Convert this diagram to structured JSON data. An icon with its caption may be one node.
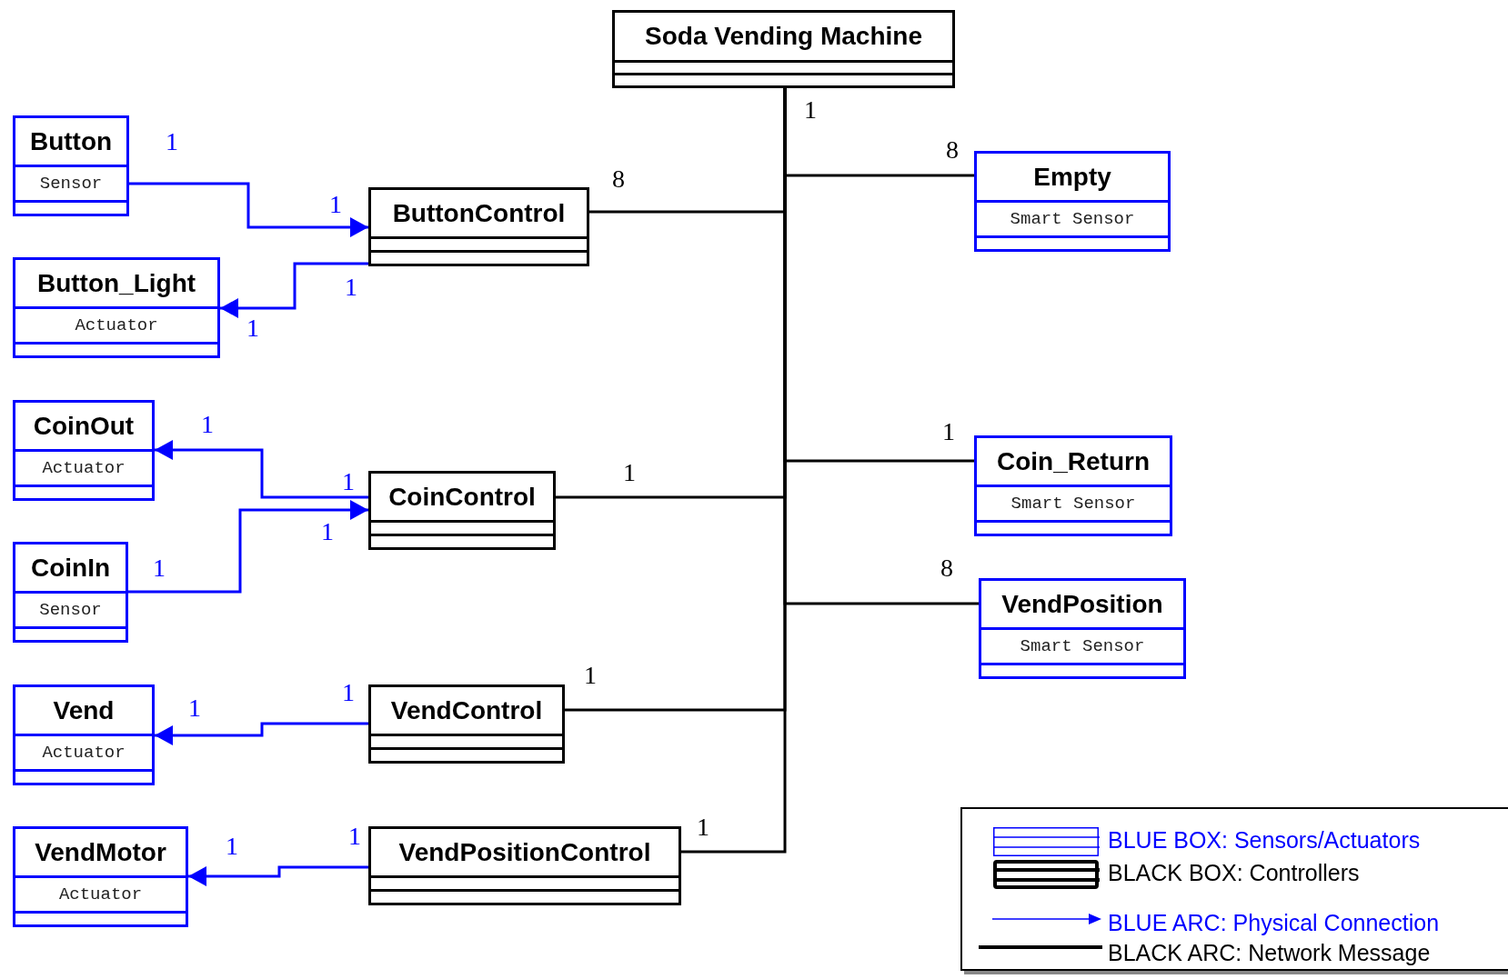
{
  "diagram": {
    "nodes": [
      {
        "text": [
          "Soda Vending Machine"
        ]
      },
      {
        "text": [
          "Button",
          "Sensor"
        ]
      },
      {
        "text": [
          "ButtonControl"
        ]
      },
      {
        "text": [
          "Button_Light",
          "Actuator"
        ]
      },
      {
        "text": [
          "Empty",
          "Smart Sensor"
        ]
      },
      {
        "text": [
          "CoinOut",
          "Actuator"
        ]
      },
      {
        "text": [
          "CoinControl"
        ]
      },
      {
        "text": [
          "Coin_Return",
          "Smart Sensor"
        ]
      },
      {
        "text": [
          "CoinIn",
          "Sensor"
        ]
      },
      {
        "text": [
          "VendPosition",
          "Smart Sensor"
        ]
      },
      {
        "text": [
          "Vend",
          "Actuator"
        ]
      },
      {
        "text": [
          "VendControl"
        ]
      },
      {
        "text": [
          "VendMotor",
          "Actuator"
        ]
      },
      {
        "text": [
          "VendPositionControl"
        ]
      }
    ],
    "edges": [
      {
        "from": 0,
        "to": 4,
        "arrow": "none"
      },
      {
        "from": 0,
        "to": 2,
        "arrow": "none"
      },
      {
        "from": 1,
        "to": 2,
        "arrow": "to",
        "color": "#0000ff"
      },
      {
        "from": 2,
        "to": 3,
        "arrow": "to",
        "color": "#0000ff"
      },
      {
        "from": 6,
        "to": 5,
        "arrow": "to",
        "color": "#0000ff"
      },
      {
        "from": 0,
        "to": 7,
        "arrow": "none"
      },
      {
        "from": 0,
        "to": 6,
        "arrow": "none"
      },
      {
        "from": 8,
        "to": 6,
        "arrow": "to",
        "color": "#0000ff"
      },
      {
        "from": 0,
        "to": 9,
        "arrow": "none"
      },
      {
        "from": 0,
        "to": 11,
        "arrow": "none"
      },
      {
        "from": 11,
        "to": 10,
        "arrow": "to",
        "color": "#0000ff"
      },
      {
        "from": 0,
        "to": 13,
        "arrow": "none"
      },
      {
        "from": 13,
        "to": 12,
        "arrow": "to",
        "color": "#0000ff"
      }
    ],
    "labels": [
      "1",
      "1",
      "8",
      "8",
      "1",
      "1",
      "1",
      "1",
      "1",
      "1",
      "1",
      "1",
      "1",
      "8",
      "1",
      "1",
      "1",
      "1",
      "1",
      "1"
    ],
    "legend": [
      {
        "text": "BLUE BOX: Sensors/Actuators"
      },
      {
        "text": "BLACK BOX: Controllers"
      },
      {
        "text": "BLUE ARC: Physical Connection"
      },
      {
        "text": "BLACK ARC: Network Message"
      }
    ]
  }
}
